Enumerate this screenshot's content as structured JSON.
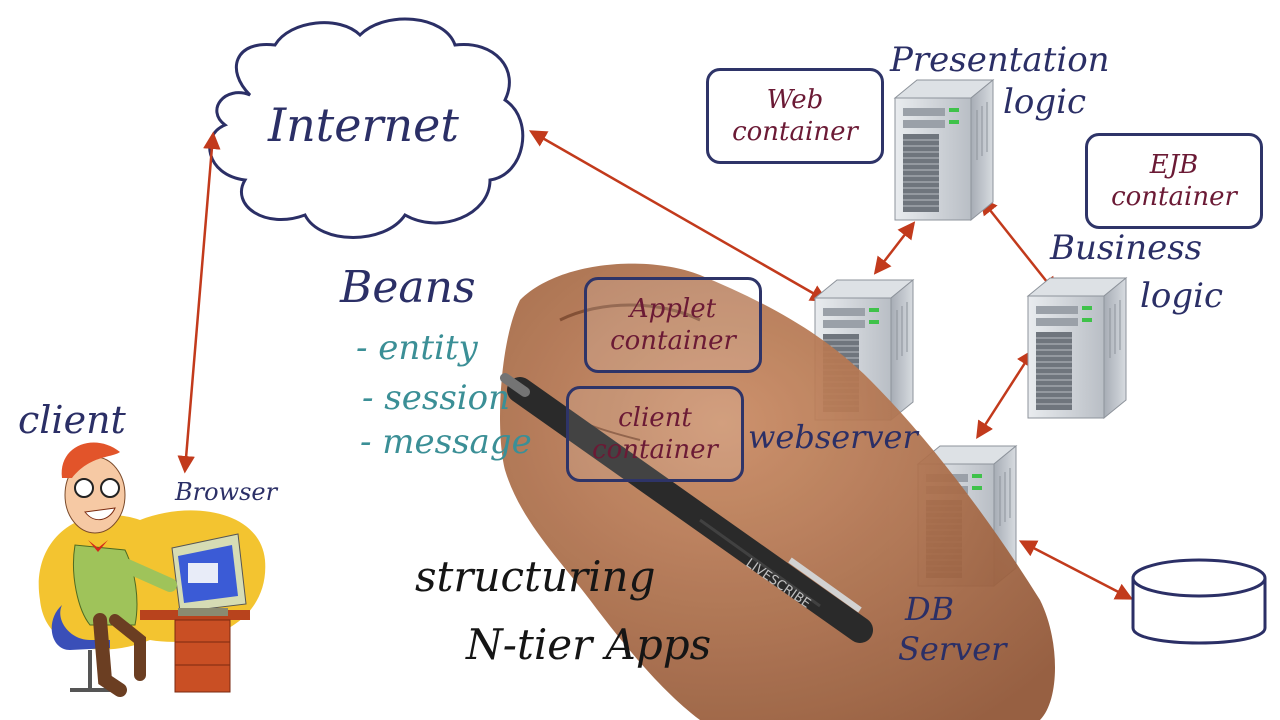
{
  "labels": {
    "internet": "Internet",
    "client": "client",
    "browser": "Browser",
    "beans_title": "Beans",
    "bean_entity": "- entity",
    "bean_session": "- session",
    "bean_message": "- message",
    "presentation_logic_1": "Presentation",
    "presentation_logic_2": "logic",
    "business_logic_1": "Business",
    "business_logic_2": "logic",
    "webserver": "webserver",
    "db_server_1": "DB",
    "db_server_2": "Server",
    "title_1": "structuring",
    "title_2": "N-tier Apps",
    "pen_brand": "LIVESCRIBE"
  },
  "containers": {
    "web_1": "Web",
    "web_2": "container",
    "ejb_1": "EJB",
    "ejb_2": "container",
    "applet_1": "Applet",
    "applet_2": "container",
    "client_1": "client",
    "client_2": "container"
  },
  "colors": {
    "ink_navy": "#2b2f66",
    "ink_teal": "#3b8f96",
    "ink_maroon": "#6b1a35",
    "arrow_red": "#c23a1c",
    "server_grey": "#c9cdd2"
  },
  "icons": [
    "cloud-icon",
    "server-icon",
    "database-icon",
    "person-at-computer-icon",
    "hand-with-pen"
  ]
}
